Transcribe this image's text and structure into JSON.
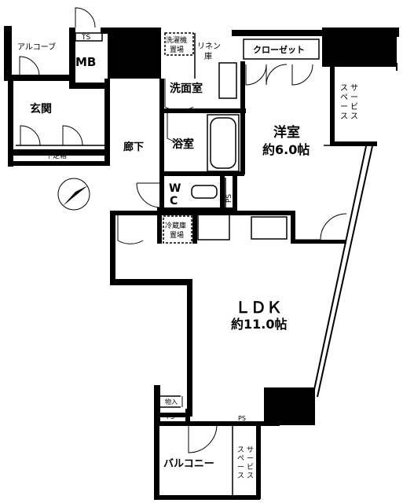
{
  "rooms": {
    "alcove": "アルコーブ",
    "ts": "TS",
    "mb": "MB",
    "washer": [
      "洗濯機",
      "置場"
    ],
    "linen": [
      "リネン",
      "庫"
    ],
    "closet": "クローゼット",
    "service_right": [
      "サ",
      "ー",
      "ビ",
      "ス",
      "ス",
      "ペ",
      "ー",
      "ス"
    ],
    "entrance": "玄関",
    "washroom": "洗面室",
    "bath": "浴室",
    "western": "洋室",
    "western_size": "約6.0帖",
    "shoe_box": "下足箱",
    "hallway": "廊下",
    "wc_w": "W",
    "wc_c": "C",
    "ps1": "PS",
    "fridge": [
      "冷蔵庫",
      "置場"
    ],
    "ldk": "ＬＤＫ",
    "ldk_size": "約11.0帖",
    "storage": "物入",
    "ps2": "PS",
    "ps3": "PS",
    "balcony": "バルコニー",
    "service_bottom": [
      "サ",
      "ー",
      "ビ",
      "ス",
      "ス",
      "ペ",
      "ー",
      "ス"
    ]
  },
  "icons": {
    "compass": "north-arrow-icon"
  }
}
